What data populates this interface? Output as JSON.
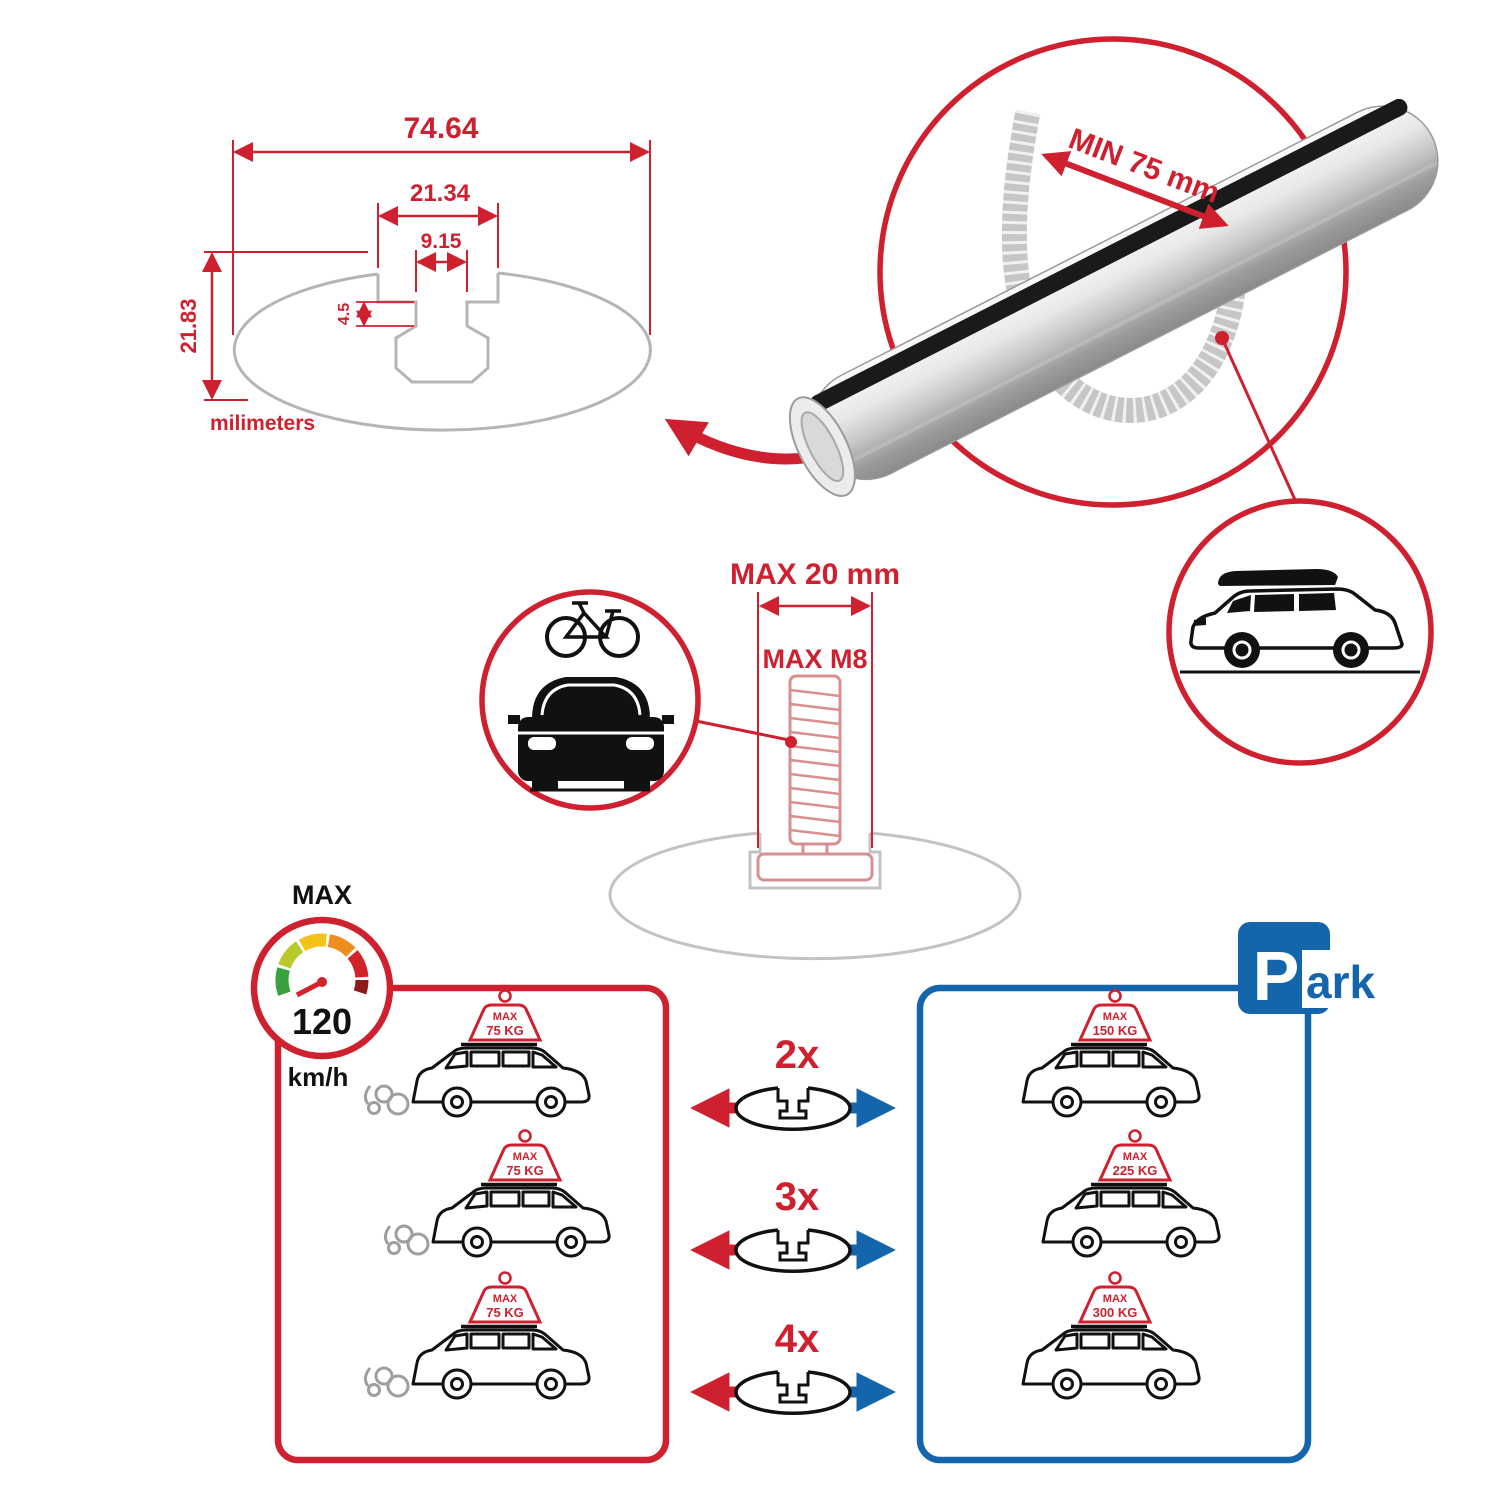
{
  "colors": {
    "red": "#cf2030",
    "blue": "#1565ad",
    "gray": "#b5b5b5",
    "black": "#111111"
  },
  "cross_section": {
    "total_width_mm": "74.64",
    "channel_width_mm": "21.34",
    "slot_width_mm": "9.15",
    "lip_depth_mm": "4.5",
    "total_height_mm": "21.83",
    "units_label": "milimeters"
  },
  "bar_detail": {
    "min_span_label": "MIN 75 mm"
  },
  "bolt_detail": {
    "max_width_label": "MAX 20 mm",
    "max_thread_label": "MAX M8"
  },
  "speed_gauge": {
    "top_label": "MAX",
    "value": "120",
    "units": "km/h"
  },
  "park_sign": {
    "letter": "P",
    "suffix": "ark"
  },
  "load_rows": [
    {
      "bar_count": "2x",
      "drive_badge": {
        "max": "MAX",
        "weight": "75 KG"
      },
      "park_badge": {
        "max": "MAX",
        "weight": "150 KG"
      }
    },
    {
      "bar_count": "3x",
      "drive_badge": {
        "max": "MAX",
        "weight": "75 KG"
      },
      "park_badge": {
        "max": "MAX",
        "weight": "225 KG"
      }
    },
    {
      "bar_count": "4x",
      "drive_badge": {
        "max": "MAX",
        "weight": "75 KG"
      },
      "park_badge": {
        "max": "MAX",
        "weight": "300 KG"
      }
    }
  ]
}
